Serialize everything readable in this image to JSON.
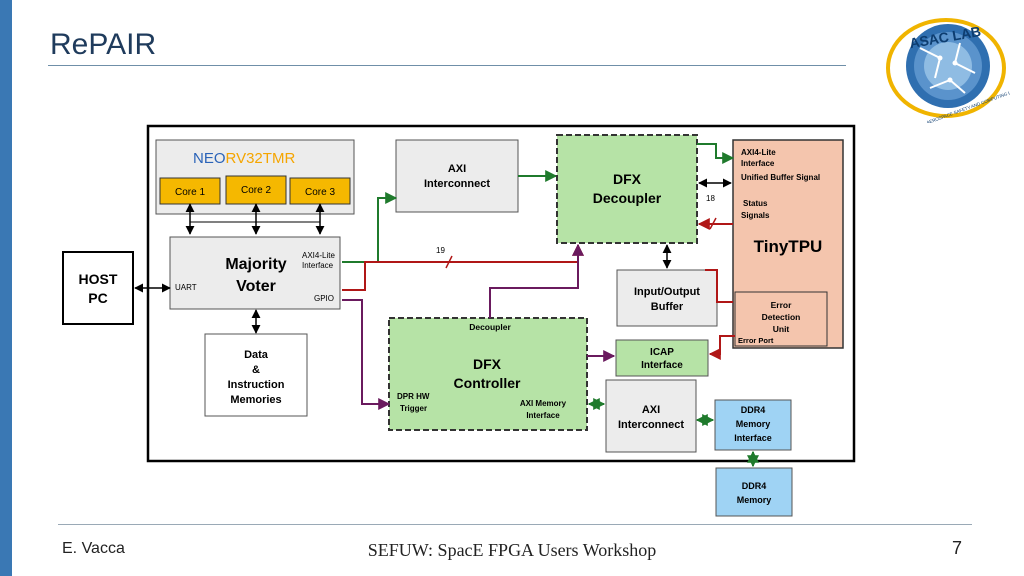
{
  "slide": {
    "title": "RePAIR",
    "footer_left": "E. Vacca",
    "footer_center": "SEFUW: SpacE FPGA Users Workshop",
    "page_number": "7"
  },
  "logo": {
    "text": "ASAC LAB",
    "subtitle": "AEROSPACE SAFETY AND COMPUTING LAB"
  },
  "colors": {
    "accent_bar": "#3a78b4",
    "core_fill": "#f5b800",
    "green_block": "#b6e3a6",
    "tpu_block": "#f4c5ad",
    "ddr_block": "#9fd3f4",
    "gray_block": "#ececec",
    "arrow_green": "#1f7a2c",
    "arrow_red": "#b01717",
    "arrow_purple": "#6a1a5e",
    "neo_blue": "#2a63b8",
    "rv_orange": "#f5a500"
  },
  "diagram": {
    "neorv32": {
      "neo": "NEO",
      "rv32": "RV32",
      "tmr": "TMR"
    },
    "cores": [
      "Core 1",
      "Core 2",
      "Core 3"
    ],
    "host_pc": [
      "HOST",
      "PC"
    ],
    "uart": "UART",
    "majority_voter": [
      "Majority",
      "Voter"
    ],
    "axi4lite_voter": [
      "AXI4-Lite",
      "Interface"
    ],
    "gpio": "GPIO",
    "axi_interconnect_top": [
      "AXI",
      "Interconnect"
    ],
    "dfx_decoupler": [
      "DFX",
      "Decoupler"
    ],
    "tinytpu": {
      "axi4lite": [
        "AXI4-Lite",
        "Interface"
      ],
      "unified_buffer": "Unified Buffer Signal",
      "status": [
        "Status",
        "Signals"
      ],
      "title": "TinyTPU",
      "error_detection": [
        "Error",
        "Detection",
        "Unit"
      ],
      "error_port": "Error Port"
    },
    "io_buffer": [
      "Input/Output",
      "Buffer"
    ],
    "memories": [
      "Data",
      "&",
      "Instruction",
      "Memories"
    ],
    "dfx_controller": {
      "decoupler": "Decoupler",
      "title": [
        "DFX",
        "Controller"
      ],
      "dpr": [
        "DPR HW",
        "Trigger"
      ],
      "axi_mem": [
        "AXI Memory",
        "Interface"
      ]
    },
    "icap": [
      "ICAP",
      "Interface"
    ],
    "axi_interconnect_bottom": [
      "AXI",
      "Interconnect"
    ],
    "ddr4_interface": [
      "DDR4",
      "Memory",
      "Interface"
    ],
    "ddr4_memory": [
      "DDR4",
      "Memory"
    ],
    "bus_width_19": "19",
    "bus_width_18": "18"
  }
}
